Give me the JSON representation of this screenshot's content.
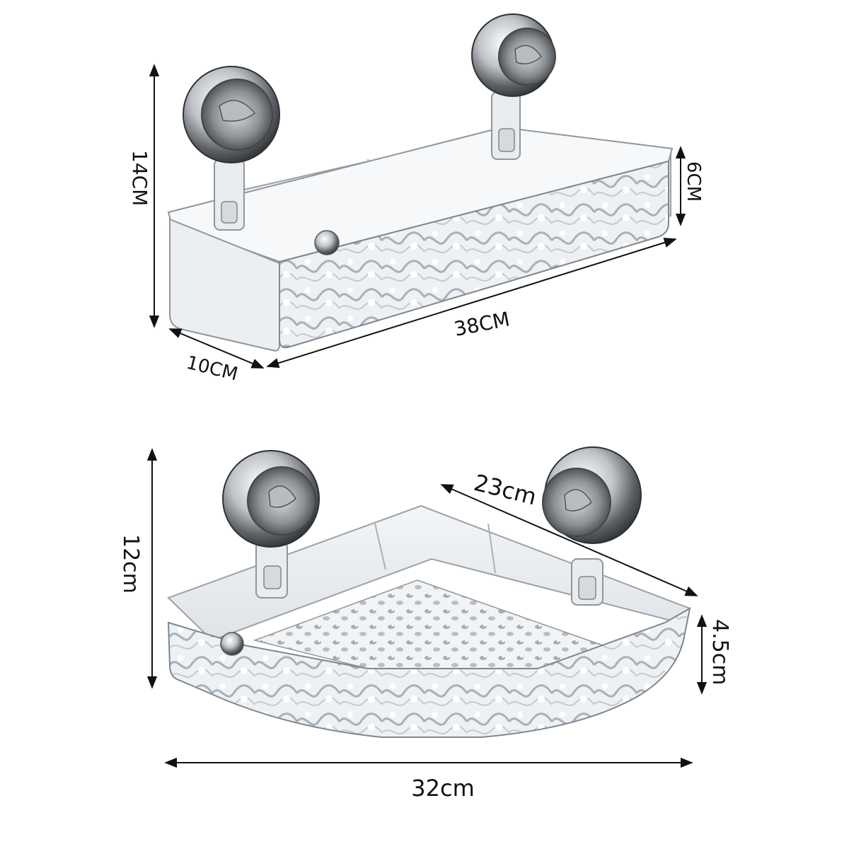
{
  "rect_shelf": {
    "height_label": "14CM",
    "side_height_label": "6CM",
    "length_label": "38CM",
    "depth_label": "10CM"
  },
  "corner_shelf": {
    "height_label": "12cm",
    "side_length_label": "23cm",
    "side_height_label": "4.5cm",
    "width_label": "32cm"
  }
}
